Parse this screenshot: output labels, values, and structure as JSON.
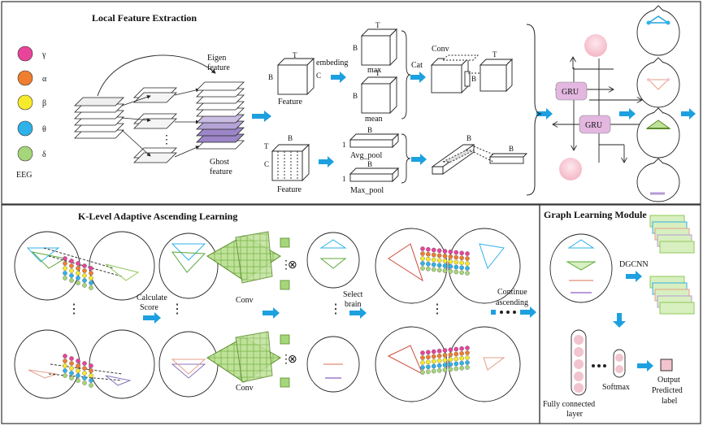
{
  "sections": {
    "local": "Local Feature Extraction",
    "klevel": "K-Level Adaptive Ascending Learning",
    "graph": "Graph Learning Module"
  },
  "bands": [
    {
      "symbol": "γ",
      "color": "#e8449a"
    },
    {
      "symbol": "α",
      "color": "#ef7e2e"
    },
    {
      "symbol": "β",
      "color": "#f6ea2a"
    },
    {
      "symbol": "θ",
      "color": "#2fb2ea"
    },
    {
      "symbol": "δ",
      "color": "#a6d67a"
    }
  ],
  "eeg_label": "EEG",
  "local": {
    "eigen": "Eigen feature",
    "eigen_l1": "Eigen",
    "eigen_l2": "feature",
    "ghost_l1": "Ghost",
    "ghost_l2": "feature",
    "feature1": "Feature",
    "feature2": "Feature",
    "dim_b": "B",
    "dim_c": "C",
    "dim_t": "T",
    "dim_1": "1",
    "embeding": "embeding",
    "max": "max",
    "mean": "mean",
    "avg_pool": "Avg_pool",
    "max_pool": "Max_pool",
    "cat": "Cat",
    "conv": "Conv",
    "gru": "GRU"
  },
  "klevel": {
    "calc1": "Calculate",
    "calc2": "Score",
    "conv": "Conv",
    "select1": "Select",
    "select2": "brain",
    "cont1": "Continue",
    "cont2": "ascending",
    "times": "⊗",
    "dots": "⋮"
  },
  "graph": {
    "dgcnn": "DGCNN",
    "softmax": "Softmax",
    "fc1": "Fully connected",
    "fc2": "layer",
    "out1": "Output",
    "out2": "Predicted",
    "out3": "label"
  },
  "colors": {
    "arrow": "#1da0e0",
    "gru": "#e3b7e0",
    "green": "#8fc85a",
    "pink": "#f1c4ce",
    "purple": "#8a74b8"
  }
}
